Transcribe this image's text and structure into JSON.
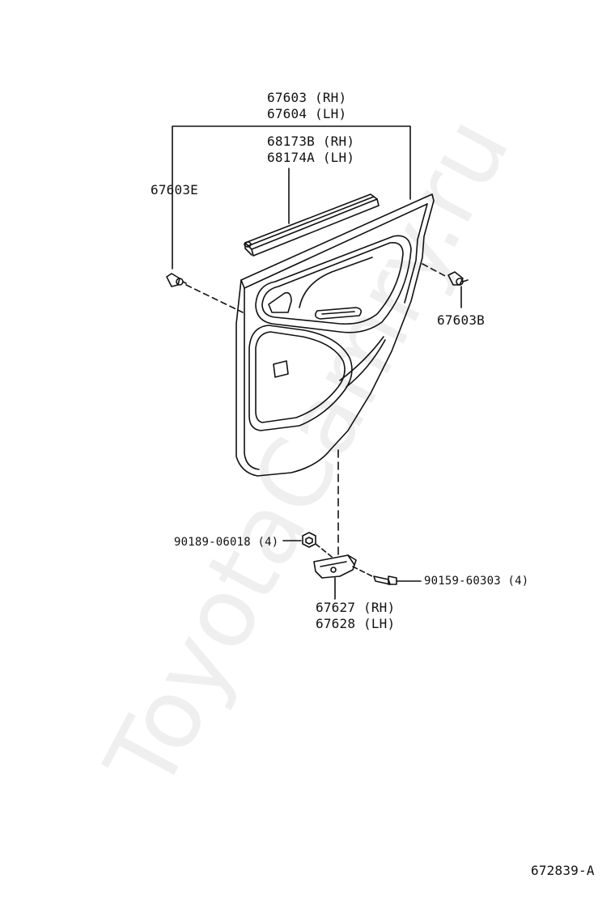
{
  "watermark": "ToyotaCamry.ru",
  "labels": {
    "panel_rh": "67603 (RH)",
    "panel_lh": "67604 (LH)",
    "weatherstrip_rh": "68173B (RH)",
    "weatherstrip_lh": "68174A (LH)",
    "clip_e": "67603E",
    "clip_b": "67603B",
    "nut": "90189-06018 (4)",
    "screw": "90159-60303 (4)",
    "bracket_rh": "67627 (RH)",
    "bracket_lh": "67628 (LH)",
    "figure_id": "672839-A"
  },
  "colors": {
    "line": "#111111",
    "watermark": "#efefef"
  }
}
